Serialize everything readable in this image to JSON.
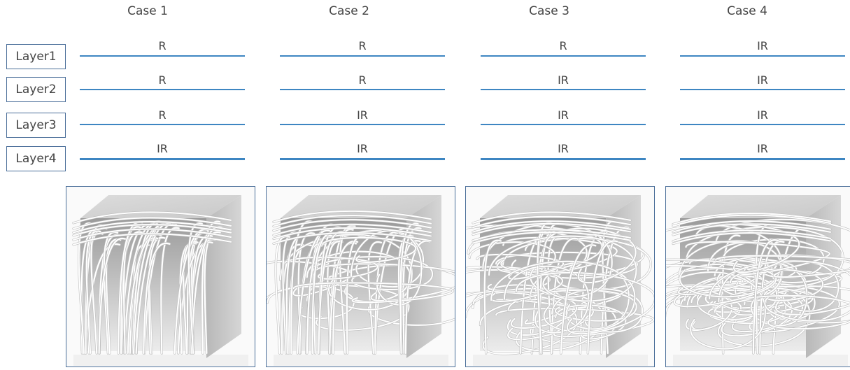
{
  "cases": [
    {
      "title": "Case 1",
      "layers": [
        "R",
        "R",
        "R",
        "IR"
      ]
    },
    {
      "title": "Case 2",
      "layers": [
        "R",
        "R",
        "IR",
        "IR"
      ]
    },
    {
      "title": "Case 3",
      "layers": [
        "R",
        "IR",
        "IR",
        "IR"
      ]
    },
    {
      "title": "Case 4",
      "layers": [
        "IR",
        "IR",
        "IR",
        "IR"
      ]
    }
  ],
  "layer_labels": [
    "Layer1",
    "Layer2",
    "Layer3",
    "Layer4"
  ],
  "colors": {
    "line": "#3e86c2",
    "box_border": "#4a6e99"
  }
}
